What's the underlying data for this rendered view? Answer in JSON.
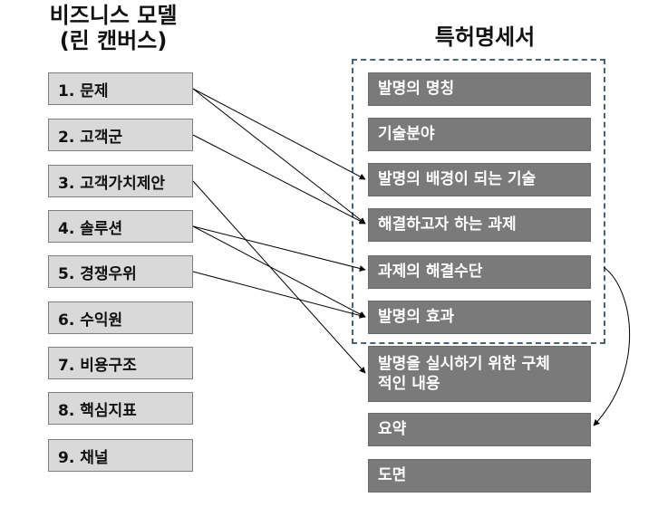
{
  "left_title": [
    "비즈니스 모델",
    "(린 캔버스)"
  ],
  "right_title": "특허명세서",
  "left_items": [
    "1. 문제",
    "2. 고객군",
    "3. 고객가치제안",
    "4. 솔루션",
    "5. 경쟁우위",
    "6. 수익원",
    "7. 비용구조",
    "8. 핵심지표",
    "9. 채널"
  ],
  "right_items": [
    "발명의 명칭",
    "기술분야",
    "발명의 배경이 되는 기술",
    "해결하고자 하는 과제",
    "과제의 해결수단",
    "발명의 효과",
    "발명을 실시하기 위한 구체적인 내용",
    "요약",
    "도면"
  ],
  "connections": [
    {
      "from": 0,
      "to": 2
    },
    {
      "from": 0,
      "to": 3
    },
    {
      "from": 1,
      "to": 3
    },
    {
      "from": 2,
      "to": 6
    },
    {
      "from": 3,
      "to": 4
    },
    {
      "from": 3,
      "to": 5
    },
    {
      "from": 4,
      "to": 5
    },
    {
      "from": "right-4",
      "to": 7
    }
  ],
  "colors": {
    "left_box_fill": "#d9d9d9",
    "right_box_fill": "#7a7a7a",
    "frame": "#4a6277",
    "arrow": "#000000"
  }
}
